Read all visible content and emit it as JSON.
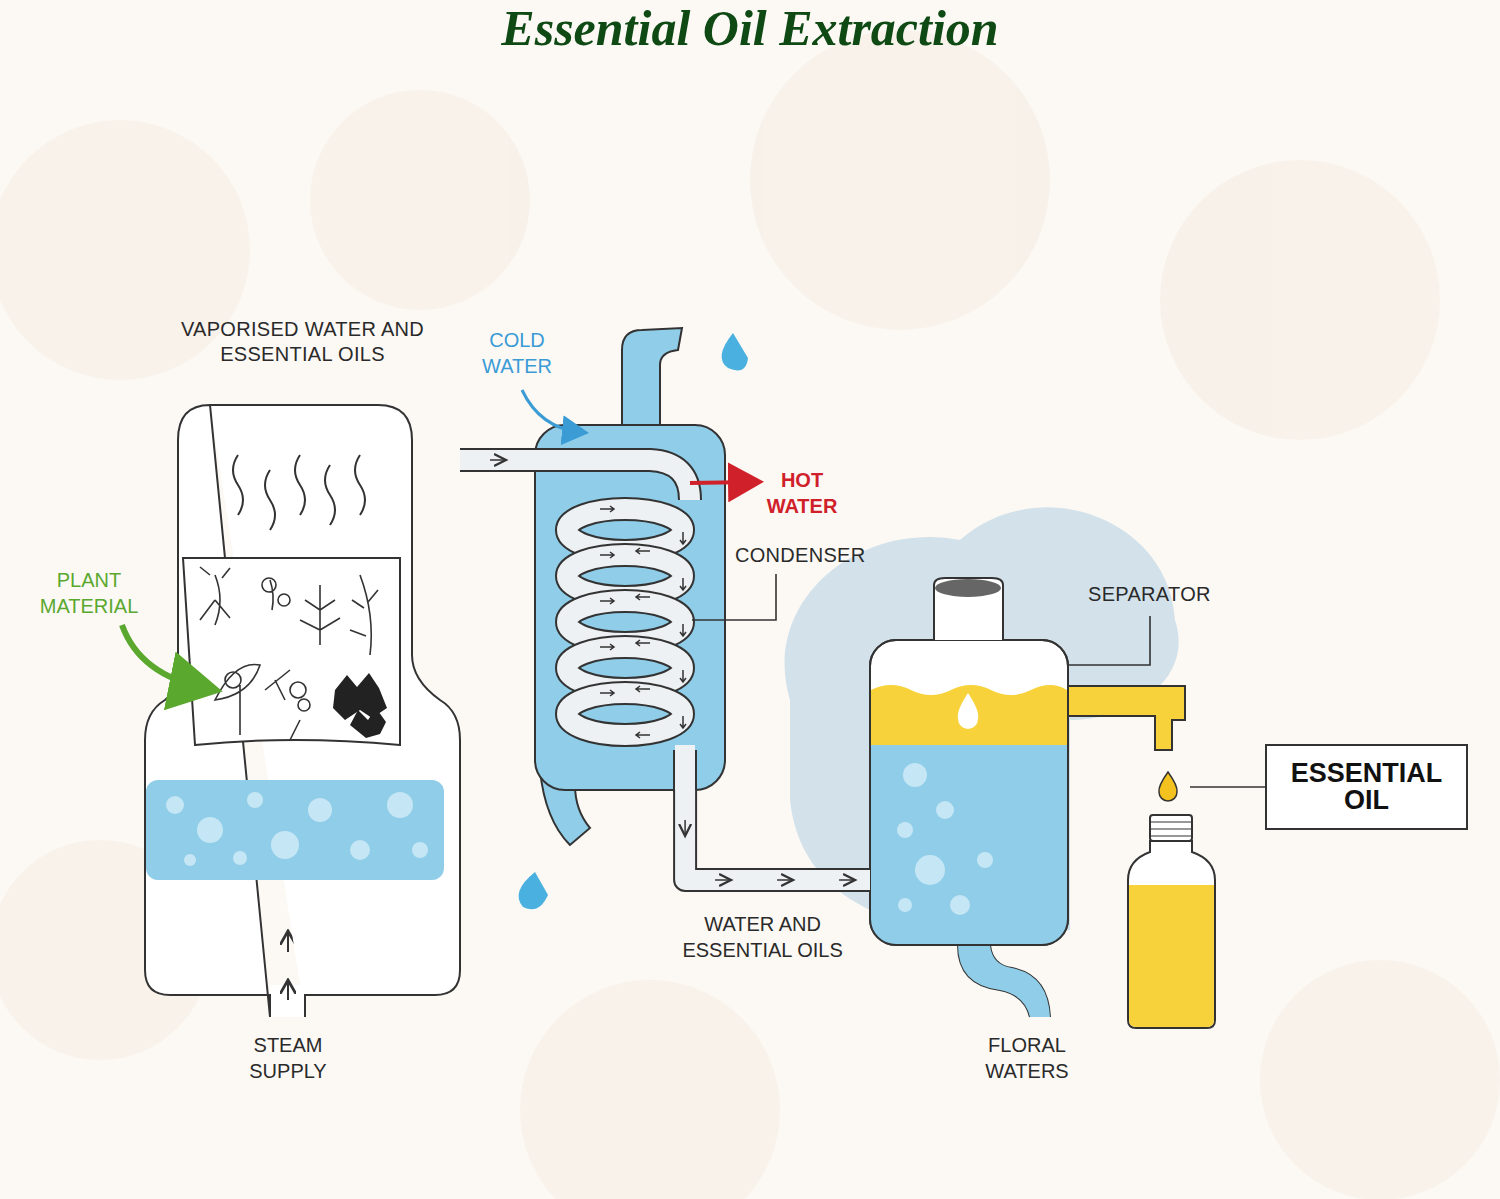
{
  "diagram": {
    "title": "Essential Oil Extraction",
    "nodes": [
      {
        "text": [
          "VAPORISED WATER AND ESSENTIAL OILS"
        ]
      },
      {
        "text": [
          "CONDENSER"
        ]
      },
      {
        "text": [
          "SEPARATOR"
        ]
      },
      {
        "text": [
          "ESSENTIAL OIL"
        ]
      }
    ],
    "edges": [
      {
        "from": 0,
        "to": 1,
        "arrow": "to"
      },
      {
        "from": 1,
        "to": 2,
        "label": "WATER AND ESSENTIAL OILS",
        "arrow": "to"
      }
    ],
    "labels": [
      "PLANT MATERIAL",
      "COLD WATER",
      "HOT WATER",
      "STEAM SUPPLY",
      "FLORAL WATERS"
    ]
  }
}
